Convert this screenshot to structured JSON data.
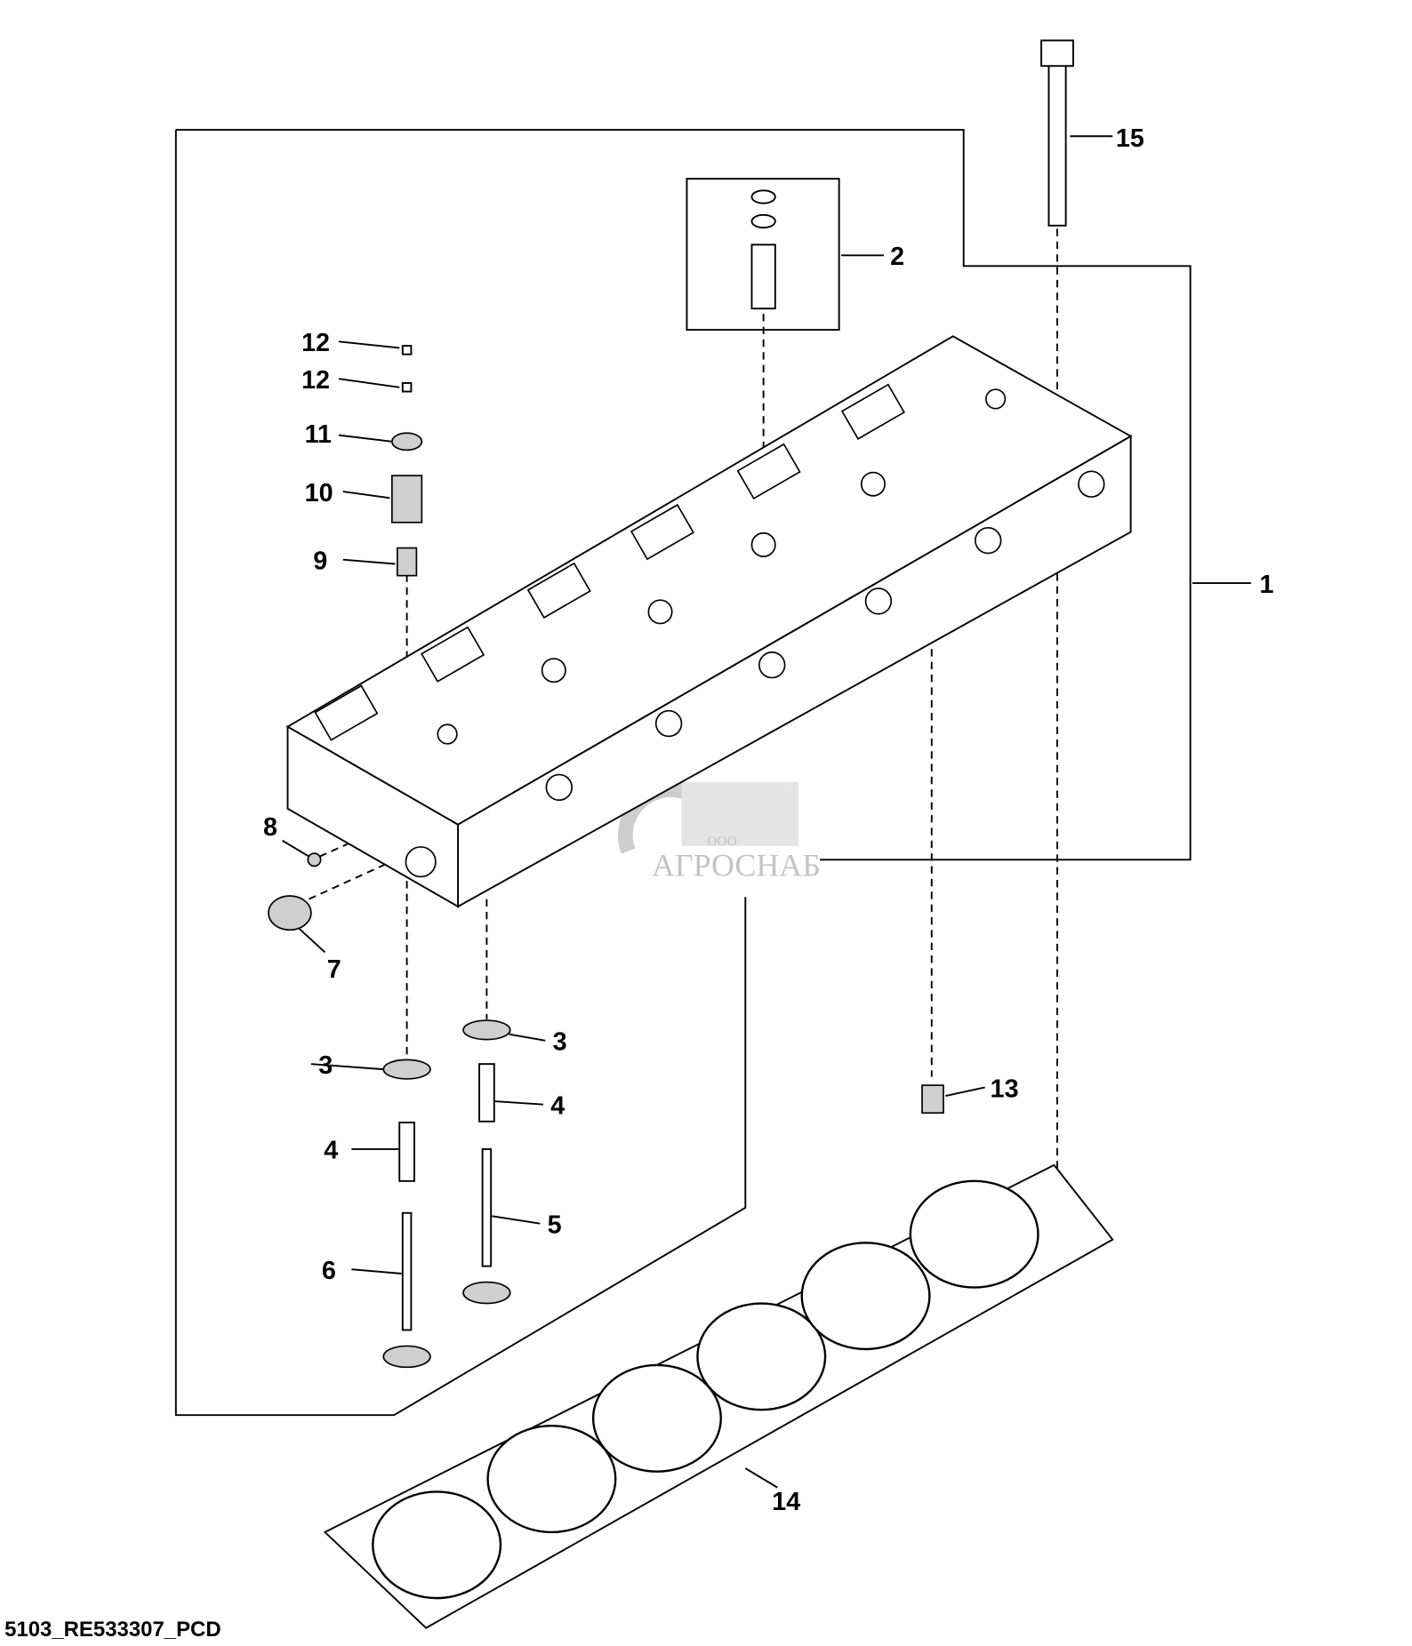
{
  "diagram": {
    "caption": "5103_RE533307_PCD",
    "watermark": {
      "prefix": "ООО",
      "name": "АГРОСНАБ"
    },
    "callouts": [
      {
        "id": "c15",
        "label": "15"
      },
      {
        "id": "c2",
        "label": "2"
      },
      {
        "id": "c1",
        "label": "1"
      },
      {
        "id": "c12a",
        "label": "12"
      },
      {
        "id": "c12b",
        "label": "12"
      },
      {
        "id": "c11",
        "label": "11"
      },
      {
        "id": "c10",
        "label": "10"
      },
      {
        "id": "c9",
        "label": "9"
      },
      {
        "id": "c8",
        "label": "8"
      },
      {
        "id": "c7",
        "label": "7"
      },
      {
        "id": "c3a",
        "label": "3"
      },
      {
        "id": "c3b",
        "label": "3"
      },
      {
        "id": "c4a",
        "label": "4"
      },
      {
        "id": "c4b",
        "label": "4"
      },
      {
        "id": "c13",
        "label": "13"
      },
      {
        "id": "c5",
        "label": "5"
      },
      {
        "id": "c6",
        "label": "6"
      },
      {
        "id": "c14",
        "label": "14"
      }
    ]
  }
}
